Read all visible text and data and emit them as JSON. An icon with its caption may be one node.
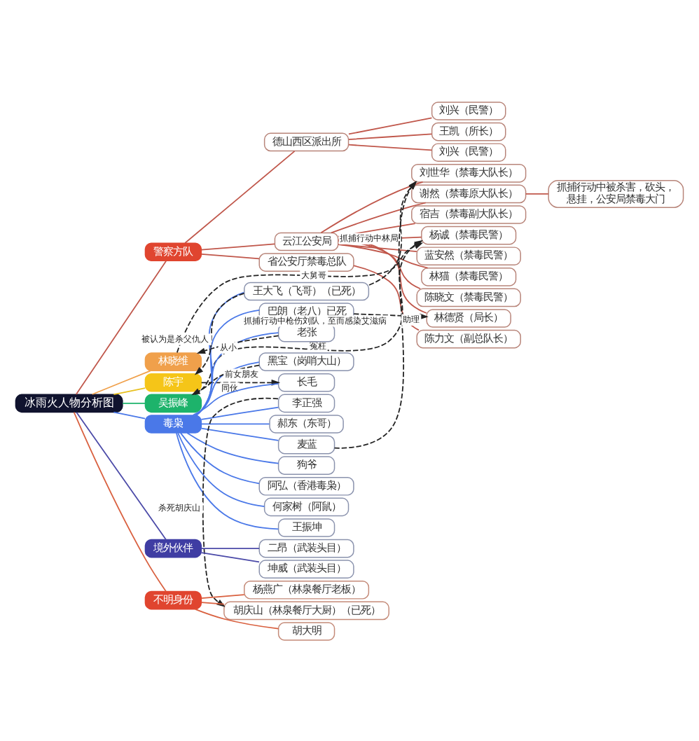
{
  "diagram": {
    "nodes": [
      {
        "text": [
          "冰雨火人物分析图"
        ]
      },
      {
        "text": [
          "警察方队"
        ]
      },
      {
        "text": [
          "德山西区派出所"
        ]
      },
      {
        "text": [
          "刘兴（民警）"
        ]
      },
      {
        "text": [
          "王凯（所长）"
        ]
      },
      {
        "text": [
          "刘兴（民警）"
        ]
      },
      {
        "text": [
          "云江公安局"
        ]
      },
      {
        "text": [
          "刘世华（禁毒大队长）"
        ]
      },
      {
        "text": [
          "谢然（禁毒原大队长）"
        ]
      },
      {
        "text": [
          "抓捕行动中被杀害，砍头，悬挂，公安局禁毒大门"
        ]
      },
      {
        "text": [
          "宿吉（禁毒副大队长）"
        ]
      },
      {
        "text": [
          "杨诚（禁毒民警）"
        ]
      },
      {
        "text": [
          "蓝安然（禁毒民警）"
        ]
      },
      {
        "text": [
          "林猫（禁毒民警）"
        ]
      },
      {
        "text": [
          "陈晓文（禁毒民警）"
        ]
      },
      {
        "text": [
          "林德贤（局长）"
        ]
      },
      {
        "text": [
          "省公安厅禁毒总队"
        ]
      },
      {
        "text": [
          "陈力文（副总队长）"
        ]
      },
      {
        "text": [
          "林晓维"
        ]
      },
      {
        "text": [
          "陈宇"
        ]
      },
      {
        "text": [
          "吴振峰"
        ]
      },
      {
        "text": [
          "毒枭"
        ]
      },
      {
        "text": [
          "王大飞（飞哥）（已死）"
        ]
      },
      {
        "text": [
          "巴朗（老八）已死"
        ]
      },
      {
        "text": [
          "老张"
        ]
      },
      {
        "text": [
          "黑宝（岗哨大山）"
        ]
      },
      {
        "text": [
          "长毛"
        ]
      },
      {
        "text": [
          "李正强"
        ]
      },
      {
        "text": [
          "郝东（东哥）"
        ]
      },
      {
        "text": [
          "麦蓝"
        ]
      },
      {
        "text": [
          "狗爷"
        ]
      },
      {
        "text": [
          "阿弘（香港毒枭）"
        ]
      },
      {
        "text": [
          "何家树（阿鼠）"
        ]
      },
      {
        "text": [
          "王振坤"
        ]
      },
      {
        "text": [
          "境外伙伴"
        ]
      },
      {
        "text": [
          "二昂（武装头目）"
        ]
      },
      {
        "text": [
          "坤威（武装头目）"
        ]
      },
      {
        "text": [
          "不明身份"
        ]
      },
      {
        "text": [
          "杨燕广（林泉餐厅老板）"
        ]
      },
      {
        "text": [
          "胡庆山（林泉餐厅大厨）（已死）"
        ]
      },
      {
        "text": [
          "胡大明"
        ]
      }
    ],
    "edges": [
      {
        "from": 0,
        "to": 1,
        "arrow": "none"
      },
      {
        "from": 1,
        "to": 2,
        "arrow": "none"
      },
      {
        "from": 2,
        "to": 3,
        "arrow": "none"
      },
      {
        "from": 2,
        "to": 4,
        "arrow": "none"
      },
      {
        "from": 2,
        "to": 5,
        "arrow": "none"
      },
      {
        "from": 1,
        "to": 6,
        "arrow": "none"
      },
      {
        "from": 6,
        "to": 7,
        "arrow": "none"
      },
      {
        "from": 6,
        "to": 8,
        "arrow": "none"
      },
      {
        "from": 8,
        "to": 9,
        "arrow": "none"
      },
      {
        "from": 6,
        "to": 10,
        "arrow": "none"
      },
      {
        "from": 6,
        "to": 11,
        "arrow": "none"
      },
      {
        "from": 6,
        "to": 12,
        "arrow": "none"
      },
      {
        "from": 6,
        "to": 13,
        "arrow": "none"
      },
      {
        "from": 6,
        "to": 14,
        "arrow": "none"
      },
      {
        "from": 6,
        "to": 15,
        "arrow": "none"
      },
      {
        "from": 1,
        "to": 16,
        "arrow": "none"
      },
      {
        "from": 16,
        "to": 17,
        "arrow": "none"
      },
      {
        "from": 0,
        "to": 18,
        "arrow": "none",
        "color": "#f0a04b"
      },
      {
        "from": 0,
        "to": 19,
        "arrow": "none",
        "color": "#e8c020"
      },
      {
        "from": 0,
        "to": 20,
        "arrow": "none",
        "color": "#1db36b"
      },
      {
        "from": 0,
        "to": 21,
        "arrow": "none",
        "color": "#4a78e8"
      },
      {
        "from": 21,
        "to": 22,
        "arrow": "none",
        "color": "#4a78e8"
      },
      {
        "from": 21,
        "to": 23,
        "arrow": "none",
        "color": "#4a78e8"
      },
      {
        "from": 21,
        "to": 24,
        "arrow": "none",
        "color": "#4a78e8"
      },
      {
        "from": 21,
        "to": 25,
        "arrow": "none",
        "color": "#4a78e8"
      },
      {
        "from": 21,
        "to": 26,
        "arrow": "none",
        "color": "#4a78e8"
      },
      {
        "from": 21,
        "to": 27,
        "arrow": "none",
        "color": "#4a78e8"
      },
      {
        "from": 21,
        "to": 28,
        "arrow": "none",
        "color": "#4a78e8"
      },
      {
        "from": 21,
        "to": 29,
        "arrow": "none",
        "color": "#4a78e8"
      },
      {
        "from": 21,
        "to": 30,
        "arrow": "none",
        "color": "#4a78e8"
      },
      {
        "from": 21,
        "to": 31,
        "arrow": "none",
        "color": "#4a78e8"
      },
      {
        "from": 21,
        "to": 32,
        "arrow": "none",
        "color": "#4a78e8"
      },
      {
        "from": 21,
        "to": 33,
        "arrow": "none",
        "color": "#4a78e8"
      },
      {
        "from": 0,
        "to": 34,
        "arrow": "none",
        "color": "#4b4aa8"
      },
      {
        "from": 34,
        "to": 35,
        "arrow": "none",
        "color": "#4b4aa8"
      },
      {
        "from": 34,
        "to": 36,
        "arrow": "none",
        "color": "#4b4aa8"
      },
      {
        "from": 0,
        "to": 37,
        "arrow": "none",
        "color": "#d9603f"
      },
      {
        "from": 37,
        "to": 38,
        "arrow": "none",
        "color": "#d9603f"
      },
      {
        "from": 37,
        "to": 39,
        "arrow": "none",
        "color": "#d9603f"
      },
      {
        "from": 37,
        "to": 40,
        "arrow": "none",
        "color": "#d9603f"
      },
      {
        "from": 20,
        "to": 11,
        "arrow": "to",
        "label": "冤枉",
        "style": "dashed",
        "color": "#222222"
      },
      {
        "from": 18,
        "to": 11,
        "arrow": "to",
        "label": "大舅哥",
        "style": "dashed",
        "color": "#222222"
      },
      {
        "from": 23,
        "to": 15,
        "arrow": "to",
        "label": "抓捕行动中枪伤刘队，至而感染艾滋病",
        "style": "dashed",
        "color": "#222222"
      },
      {
        "from": 22,
        "to": 7,
        "arrow": "to",
        "label": "抓捕行动中林局",
        "style": "dashed",
        "color": "#222222"
      },
      {
        "from": 29,
        "to": 7,
        "arrow": "to",
        "label": "助理",
        "style": "dashed",
        "color": "#222222"
      },
      {
        "from": 24,
        "to": 18,
        "arrow": "to",
        "label": "从小",
        "style": "dashed",
        "color": "#222222"
      },
      {
        "from": 22,
        "to": 19,
        "arrow": "to",
        "label": "被认为是杀父仇人",
        "style": "dashed",
        "color": "#222222"
      },
      {
        "from": 25,
        "to": 20,
        "arrow": "to",
        "label": "前女朋友",
        "style": "dashed",
        "color": "#222222"
      },
      {
        "from": 19,
        "to": 26,
        "arrow": "to",
        "label": "同伙",
        "style": "dashed",
        "color": "#222222"
      },
      {
        "from": 27,
        "to": 39,
        "arrow": "to",
        "label": "杀死胡庆山",
        "style": "dashed",
        "color": "#222222"
      }
    ]
  }
}
